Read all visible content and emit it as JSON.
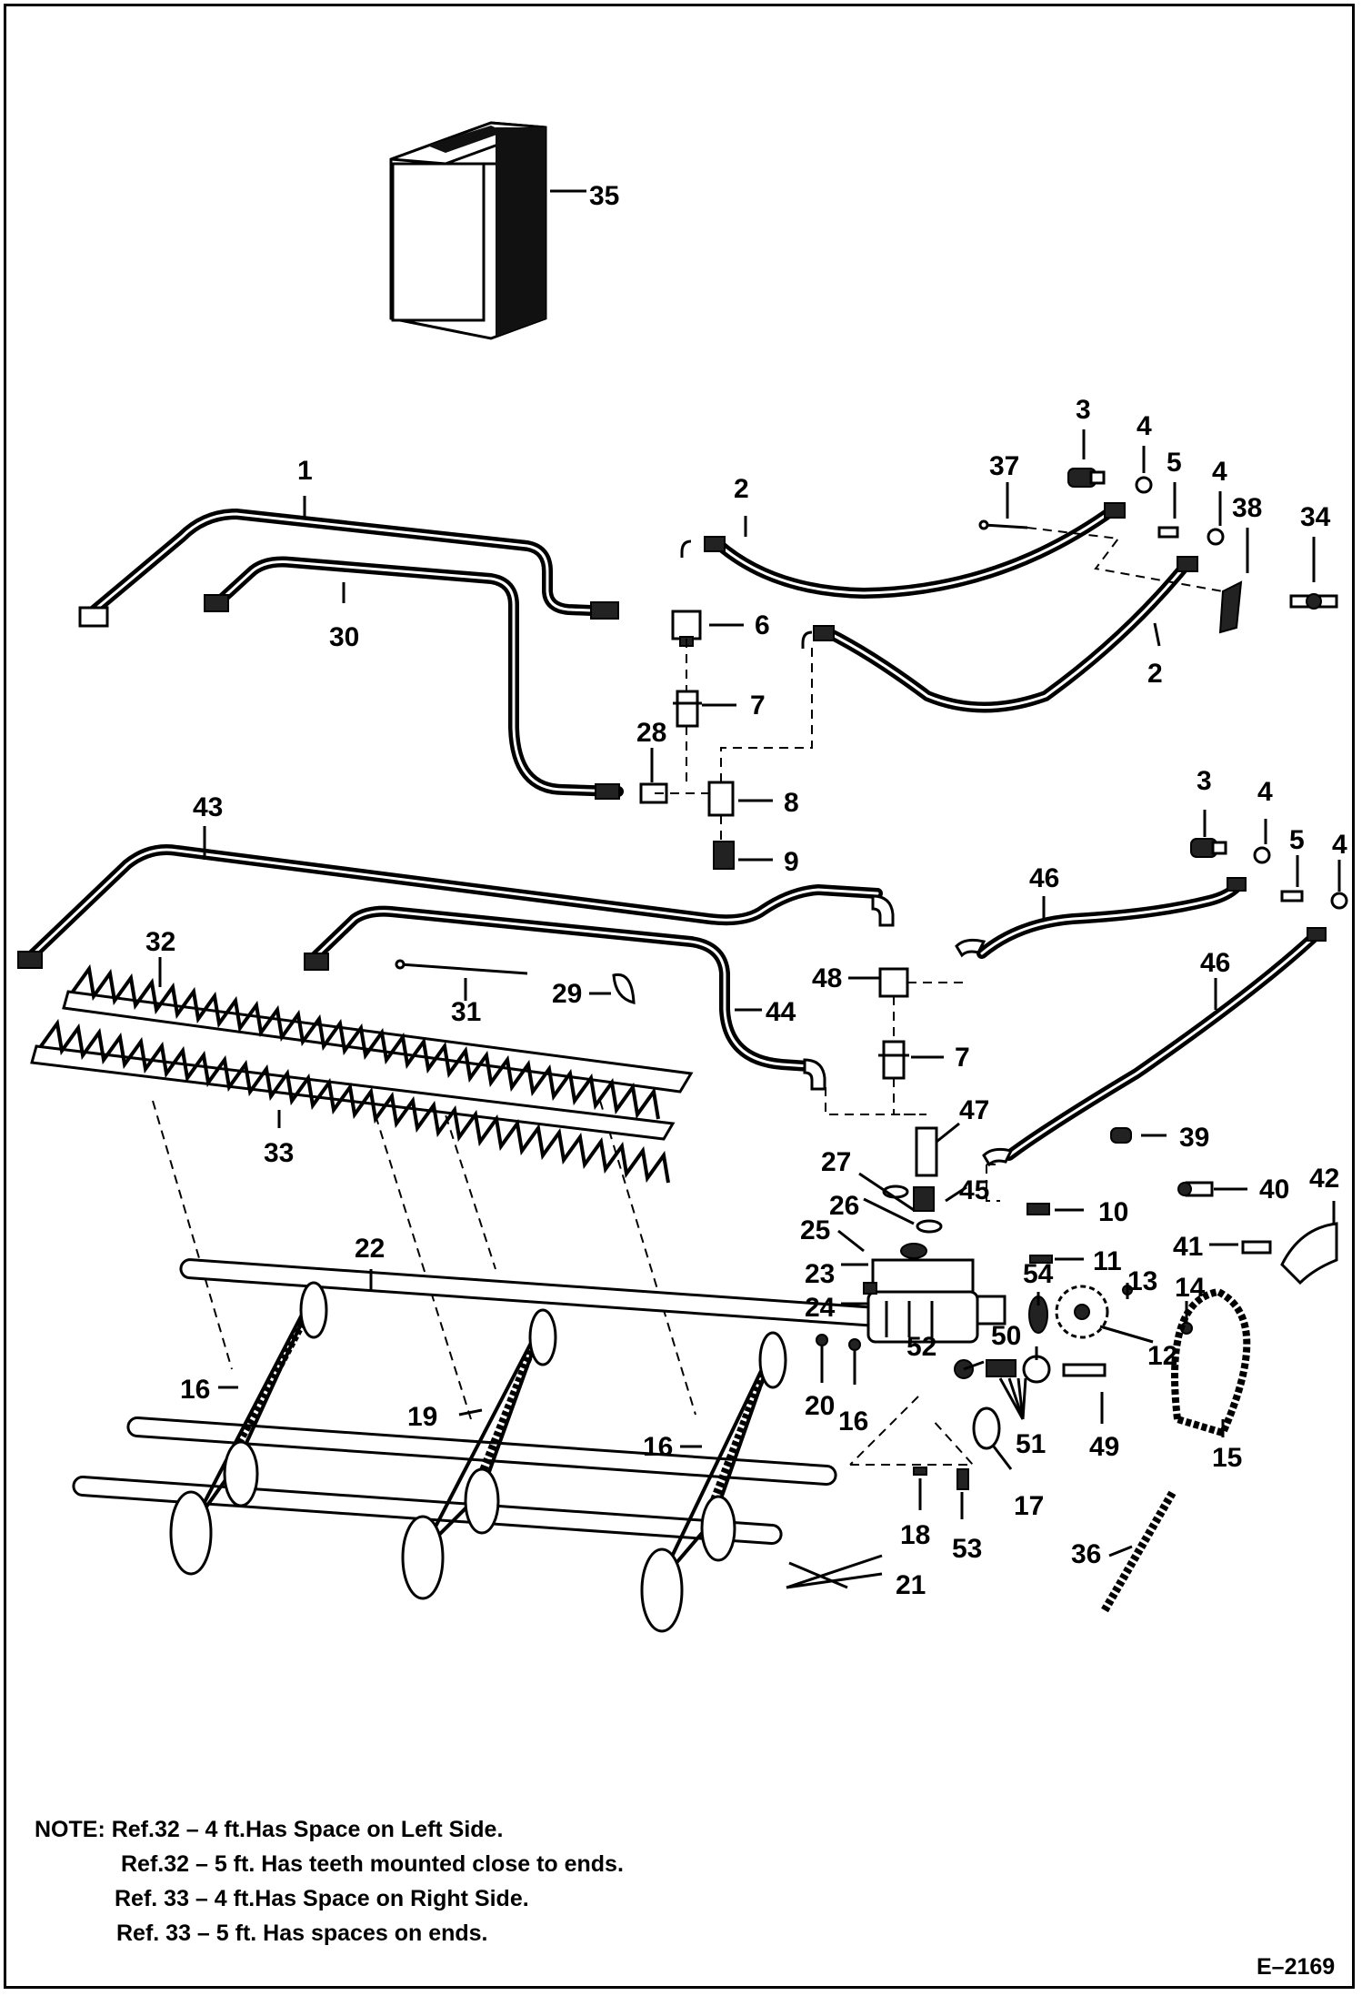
{
  "callouts": [
    {
      "label": "35"
    },
    {
      "label": "1"
    },
    {
      "label": "2"
    },
    {
      "label": "3"
    },
    {
      "label": "4"
    },
    {
      "label": "5"
    },
    {
      "label": "4"
    },
    {
      "label": "37"
    },
    {
      "label": "38"
    },
    {
      "label": "34"
    },
    {
      "label": "30"
    },
    {
      "label": "6"
    },
    {
      "label": "2"
    },
    {
      "label": "7"
    },
    {
      "label": "28"
    },
    {
      "label": "8"
    },
    {
      "label": "9"
    },
    {
      "label": "43"
    },
    {
      "label": "3"
    },
    {
      "label": "4"
    },
    {
      "label": "5"
    },
    {
      "label": "4"
    },
    {
      "label": "46"
    },
    {
      "label": "32"
    },
    {
      "label": "31"
    },
    {
      "label": "29"
    },
    {
      "label": "44"
    },
    {
      "label": "48"
    },
    {
      "label": "46"
    },
    {
      "label": "7"
    },
    {
      "label": "33"
    },
    {
      "label": "47"
    },
    {
      "label": "39"
    },
    {
      "label": "27"
    },
    {
      "label": "26"
    },
    {
      "label": "45"
    },
    {
      "label": "10"
    },
    {
      "label": "40"
    },
    {
      "label": "42"
    },
    {
      "label": "25"
    },
    {
      "label": "11"
    },
    {
      "label": "41"
    },
    {
      "label": "22"
    },
    {
      "label": "23"
    },
    {
      "label": "54"
    },
    {
      "label": "13"
    },
    {
      "label": "14"
    },
    {
      "label": "24"
    },
    {
      "label": "50"
    },
    {
      "label": "12"
    },
    {
      "label": "52"
    },
    {
      "label": "16"
    },
    {
      "label": "20"
    },
    {
      "label": "19"
    },
    {
      "label": "16"
    },
    {
      "label": "51"
    },
    {
      "label": "49"
    },
    {
      "label": "16"
    },
    {
      "label": "15"
    },
    {
      "label": "17"
    },
    {
      "label": "18"
    },
    {
      "label": "53"
    },
    {
      "label": "21"
    },
    {
      "label": "36"
    }
  ],
  "notes": [
    "NOTE: Ref.32 – 4 ft.Has Space on Left Side.",
    "Ref.32 – 5 ft. Has teeth mounted close to ends.",
    "Ref. 33 – 4 ft.Has Space on Right Side.",
    "Ref. 33 – 5 ft. Has spaces on ends."
  ],
  "drawing_number": "E–2169"
}
